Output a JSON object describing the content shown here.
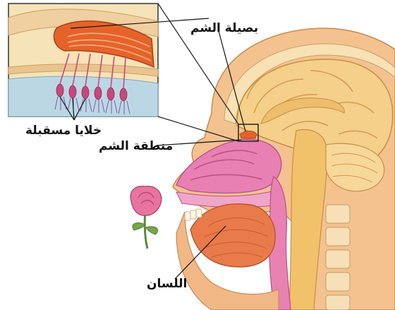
{
  "labels": {
    "olfactory_bulb": "بصيلة الشم",
    "receptor_cells": "خلايا مسقبلة",
    "olfactory_region": "منطقة الشم",
    "tongue": "اللسان"
  },
  "colors": {
    "skin": "#f3c28f",
    "brain": "#f4d08a",
    "brain_fold": "#e3ab62",
    "nasal_cavity": "#e880b4",
    "inset_bg": "#f6e3b7",
    "olfactory_bulb": "#e5632a",
    "receptor": "#c8487c",
    "tongue": "#e97a4a",
    "rose": "#e7749e",
    "leader_line": "#111111"
  },
  "icons": {
    "flower": "rose-icon"
  }
}
